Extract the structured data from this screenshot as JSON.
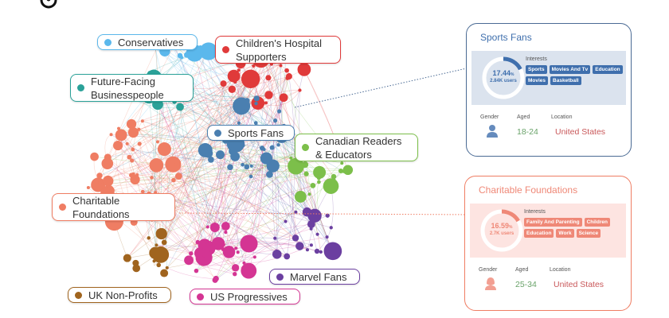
{
  "clusters": [
    {
      "key": "conservatives",
      "label": "Conservatives",
      "color": "#5bb8ec"
    },
    {
      "key": "childrens-hospital",
      "label": "Children's Hospital Supporters",
      "color": "#e03a3a"
    },
    {
      "key": "future-facing",
      "label": "Future-Facing Businesspeople",
      "color": "#2aa198"
    },
    {
      "key": "sports-fans",
      "label": "Sports Fans",
      "color": "#4a7fb0"
    },
    {
      "key": "canadian-readers",
      "label": "Canadian Readers & Educators",
      "color": "#7cbf4a"
    },
    {
      "key": "charitable-foundations",
      "label": "Charitable Foundations",
      "color": "#ef7d63"
    },
    {
      "key": "marvel-fans",
      "label": "Marvel Fans",
      "color": "#6b3fa0"
    },
    {
      "key": "uk-nonprofits",
      "label": "UK Non-Profits",
      "color": "#a0641e"
    },
    {
      "key": "us-progressives",
      "label": "US Progressives",
      "color": "#d43593"
    }
  ],
  "cards": [
    {
      "title": "Sports Fans",
      "percent": "17.44",
      "percent_value": 17.44,
      "pct_sign": "%",
      "users": "2.84K users",
      "interests_label": "Interests",
      "tags": [
        "Sports",
        "Movies And Tv",
        "Education",
        "Movies",
        "Basketball"
      ],
      "gender_label": "Gender",
      "aged_label": "Aged",
      "location_label": "Location",
      "gender": "male",
      "aged": "18-24",
      "location": "United States",
      "color": "#3f6fad",
      "border": "#4a6a94",
      "panel": "#dbe3ee"
    },
    {
      "title": "Charitable Foundations",
      "percent": "16.59",
      "percent_value": 16.59,
      "pct_sign": "%",
      "users": "2.7K users",
      "interests_label": "Interests",
      "tags": [
        "Family And Parenting",
        "Children",
        "Education",
        "Work",
        "Science"
      ],
      "gender_label": "Gender",
      "aged_label": "Aged",
      "location_label": "Location",
      "gender": "female",
      "aged": "25-34",
      "location": "United States",
      "color": "#ef8877",
      "border": "#ef7d63",
      "panel": "#fde4e1"
    }
  ]
}
